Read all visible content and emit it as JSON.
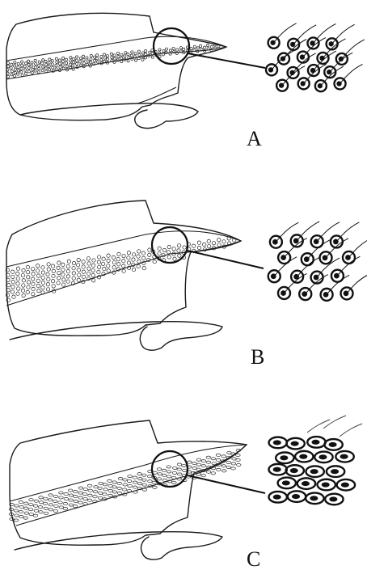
{
  "figure": {
    "panels": [
      {
        "id": "A",
        "label": "A"
      },
      {
        "id": "B",
        "label": "B"
      },
      {
        "id": "C",
        "label": "C"
      }
    ]
  },
  "colors": {
    "ink": "#111111",
    "background": "#ffffff"
  }
}
